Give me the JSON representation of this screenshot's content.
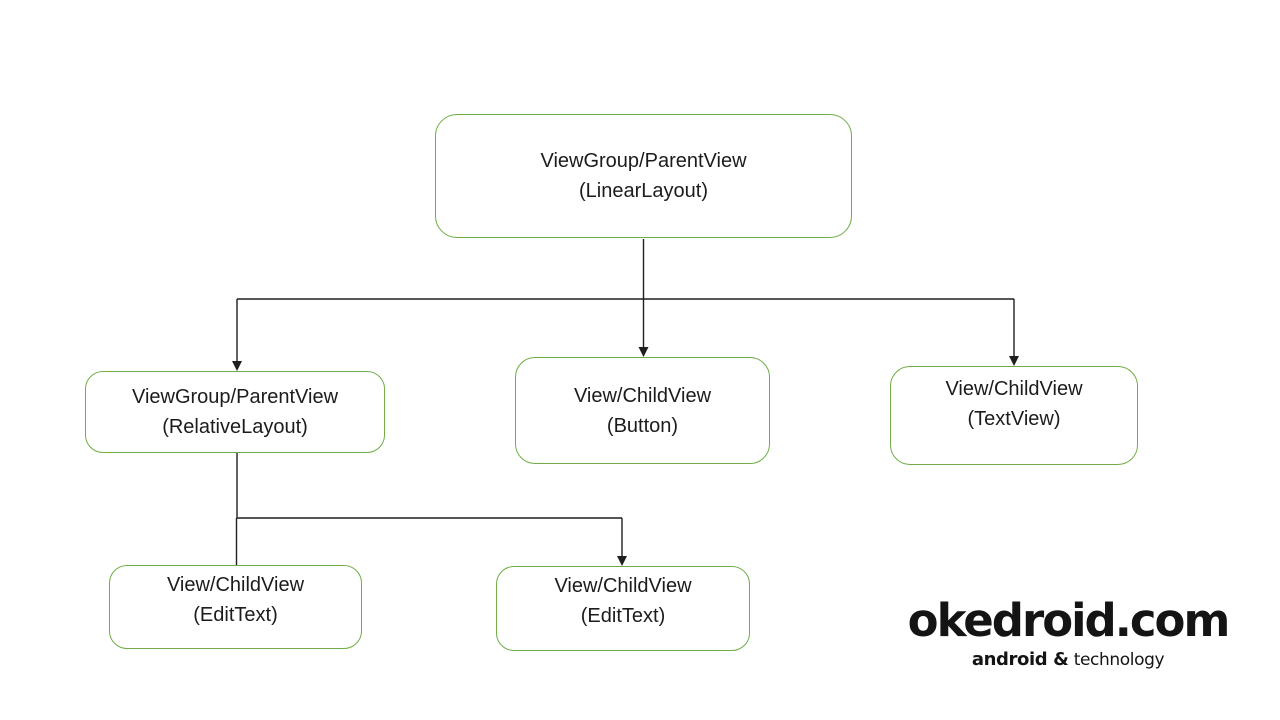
{
  "diagram": {
    "description": "Android view hierarchy tree diagram",
    "colors": {
      "box_border": "#70ad47",
      "connector": "#1f1f1f",
      "text": "#1c1c1c",
      "background": "#ffffff"
    },
    "nodes": [
      {
        "id": "linearlayout",
        "line1": "ViewGroup/ParentView",
        "line2": "(LinearLayout)"
      },
      {
        "id": "relativelayout",
        "line1": "ViewGroup/ParentView",
        "line2": "(RelativeLayout)"
      },
      {
        "id": "button",
        "line1": "View/ChildView",
        "line2": "(Button)"
      },
      {
        "id": "textview",
        "line1": "View/ChildView",
        "line2": "(TextView)"
      },
      {
        "id": "edittext1",
        "line1": "View/ChildView",
        "line2": "(EditText)"
      },
      {
        "id": "edittext2",
        "line1": "View/ChildView",
        "line2": "(EditText)"
      }
    ],
    "edges": [
      {
        "from": "linearlayout",
        "to": "relativelayout"
      },
      {
        "from": "linearlayout",
        "to": "button"
      },
      {
        "from": "linearlayout",
        "to": "textview"
      },
      {
        "from": "relativelayout",
        "to": "edittext1"
      },
      {
        "from": "relativelayout",
        "to": "edittext2"
      }
    ]
  },
  "watermark": {
    "brand": "okedroid.com",
    "tagline_bold": "android &",
    "tagline_light": "technology",
    "color": "#141414"
  }
}
